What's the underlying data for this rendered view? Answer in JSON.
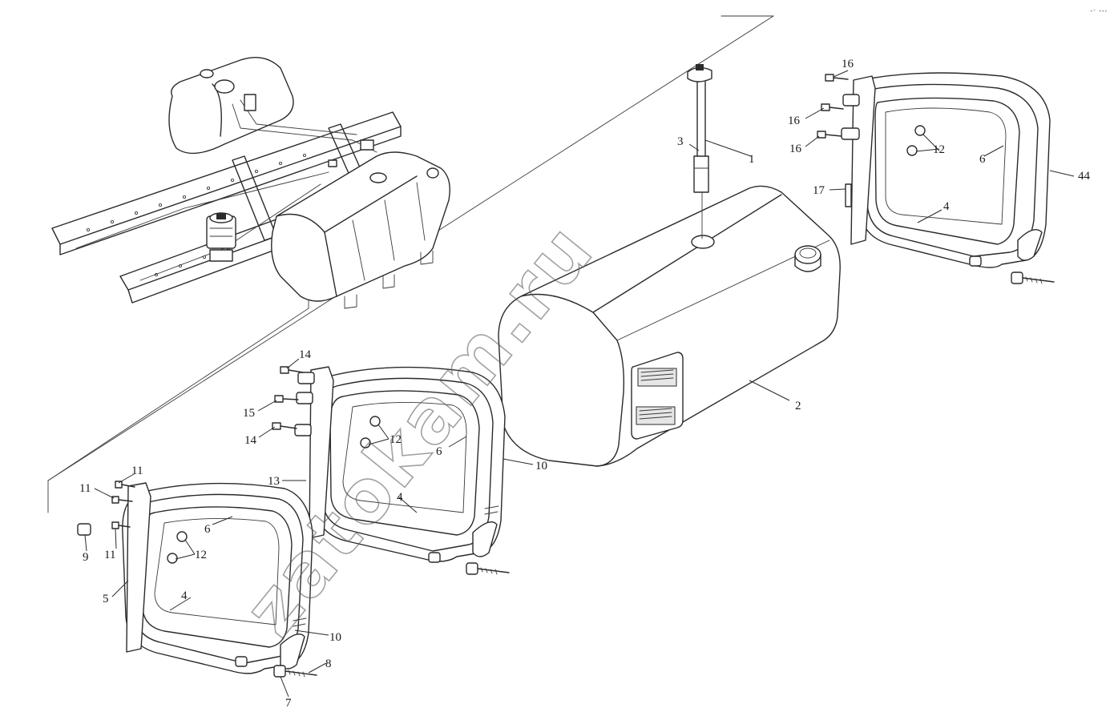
{
  "watermark": "zatokam.ru",
  "corner_mark": "•° •••",
  "callouts": {
    "c1": "1",
    "c2": "2",
    "c3": "3",
    "c4_top": "4",
    "c4_mid": "4",
    "c4_bot": "4",
    "c5": "5",
    "c6_top": "6",
    "c6_mid": "6",
    "c6_bot": "6",
    "c7": "7",
    "c8": "8",
    "c9": "9",
    "c10_mid": "10",
    "c10_bot": "10",
    "c11_a": "11",
    "c11_b": "11",
    "c11_c": "11",
    "c12_top": "12",
    "c12_mid": "12",
    "c12_bot": "12",
    "c13": "13",
    "c14_a": "14",
    "c14_b": "14",
    "c15": "15",
    "c16_a": "16",
    "c16_b": "16",
    "c16_c": "16",
    "c17": "17",
    "c44": "44"
  }
}
